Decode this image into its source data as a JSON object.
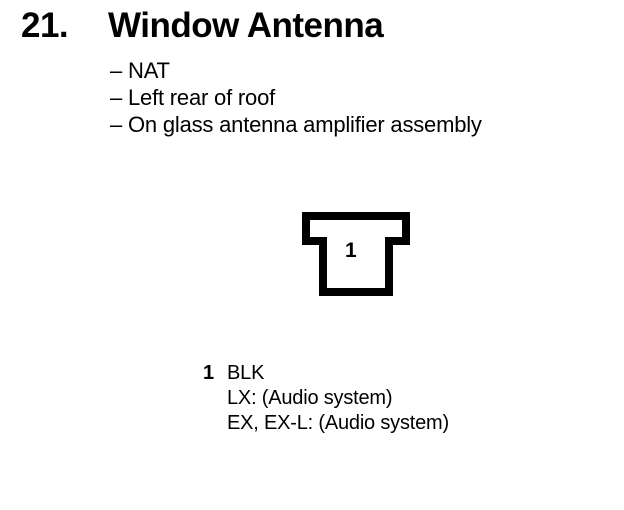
{
  "header": {
    "item_number": "21.",
    "title": "Window Antenna",
    "bullets": [
      {
        "dash": "–",
        "text": "NAT"
      },
      {
        "dash": "–",
        "text": "Left rear of roof"
      },
      {
        "dash": "–",
        "text": "On glass antenna amplifier assembly"
      }
    ]
  },
  "connector": {
    "name": "window-antenna-connector",
    "shape": "t-shape",
    "pin_label": "1",
    "outline_color": "#000000",
    "fill_color": "#ffffff",
    "stroke_width": 8
  },
  "legend": {
    "pin": "1",
    "wire_color_code": "BLK",
    "notes": [
      "LX: (Audio system)",
      "EX, EX-L: (Audio system)"
    ]
  },
  "colors": {
    "background": "#ffffff",
    "foreground": "#000000"
  }
}
